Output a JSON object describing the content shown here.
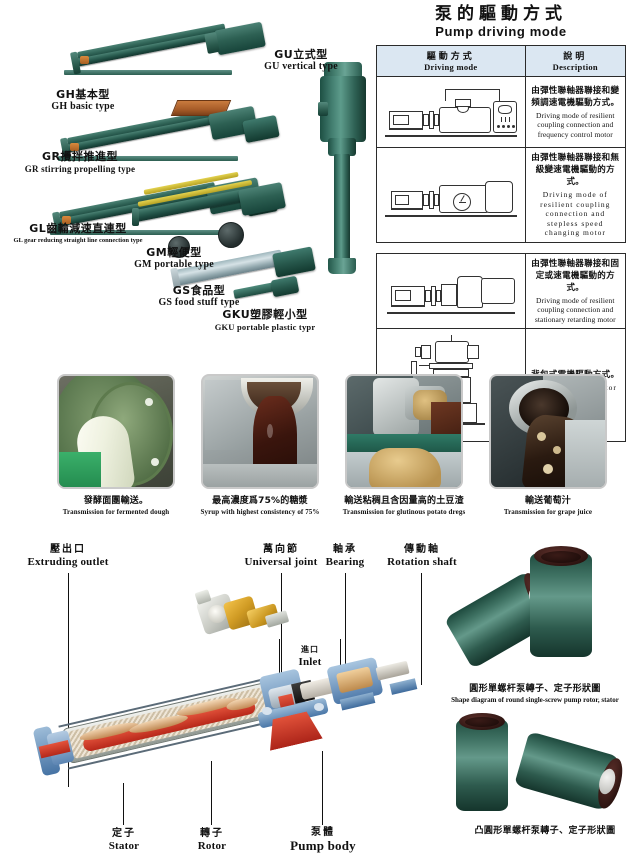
{
  "pump_types": [
    {
      "id": "GH",
      "cn": "GH基本型",
      "en": "GH basic type"
    },
    {
      "id": "GR",
      "cn": "GR攪拌推進型",
      "en": "GR stirring propelling type"
    },
    {
      "id": "GL",
      "cn": "GL齒輪減速直連型",
      "en": "GL gear reducing straight line connection type"
    },
    {
      "id": "GM",
      "cn": "GM輕便型",
      "en": "GM portable type"
    },
    {
      "id": "GS",
      "cn": "GS食品型",
      "en": "GS food stuff type"
    },
    {
      "id": "GU",
      "cn": "GU立式型",
      "en": "GU vertical type"
    },
    {
      "id": "GKU",
      "cn": "GKU塑膠輕小型",
      "en": "GKU portable plastic typr"
    }
  ],
  "driving_mode": {
    "title_cn": "泵的驅動方式",
    "title_en": "Pump driving mode",
    "headers": {
      "mode_cn": "驅動方式",
      "mode_en": "Driving mode",
      "desc_cn": "說明",
      "desc_en": "Description"
    },
    "rows": [
      {
        "cn": "由彈性聯軸器聯接和變頻調速電機驅動方式。",
        "en": "Driving mode of resilient coupling connection and frequency control motor"
      },
      {
        "cn": "由彈性聯軸器聯接和無級變速電機驅動的方式。",
        "en": "Driving mode of resilient coupling connection and stepless speed changing motor"
      },
      {
        "cn": "由彈性聯軸器聯接和固定或速電機驅動的方式。",
        "en": "Driving mode of resilient coupling connection and stationary retarding motor"
      },
      {
        "cn": "背包式電機驅動方式。",
        "en": "Knapsack type motor driving mode"
      }
    ]
  },
  "applications": [
    {
      "cn": "發酵面團輸送。",
      "en": "Transmission for fermented dough"
    },
    {
      "cn": "最高濃度爲75%的糖漿",
      "en": "Syrup with highest consistency of 75%"
    },
    {
      "cn": "輸送粘稠且含因量高的土豆渣",
      "en": "Transmission for glutinous potato dregs"
    },
    {
      "cn": "輸送葡萄汁",
      "en": "Transmission for grape juice"
    }
  ],
  "cutaway": {
    "callouts": [
      {
        "key": "extruding_outlet",
        "cn": "壓出口",
        "en": "Extruding outlet"
      },
      {
        "key": "universal_joint",
        "cn": "萬向節",
        "en": "Universal joint"
      },
      {
        "key": "bearing",
        "cn": "軸承",
        "en": "Bearing"
      },
      {
        "key": "rotation_shaft",
        "cn": "傳動軸",
        "en": "Rotation shaft"
      },
      {
        "key": "inlet",
        "cn": "進口",
        "en": "Inlet"
      },
      {
        "key": "stator",
        "cn": "定子",
        "en": "Stator"
      },
      {
        "key": "rotor",
        "cn": "轉子",
        "en": "Rotor"
      },
      {
        "key": "pump_body",
        "cn": "泵體",
        "en": "Pump body"
      }
    ]
  },
  "shape_captions": {
    "round": {
      "cn": "圓形單螺杆泵轉子、定子形狀圖",
      "en": "Shape diagram of round single-screw pump rotor, stator"
    },
    "convex": {
      "cn": "凸圓形單螺杆泵轉子、定子形狀圖",
      "en": ""
    }
  },
  "colors": {
    "header_fill": "#dbe7f2",
    "pump_green": "#2d6053",
    "cutaway_blue": "#4a7fb5",
    "cutaway_red": "#d63a27",
    "cutaway_copper": "#c8956a"
  }
}
